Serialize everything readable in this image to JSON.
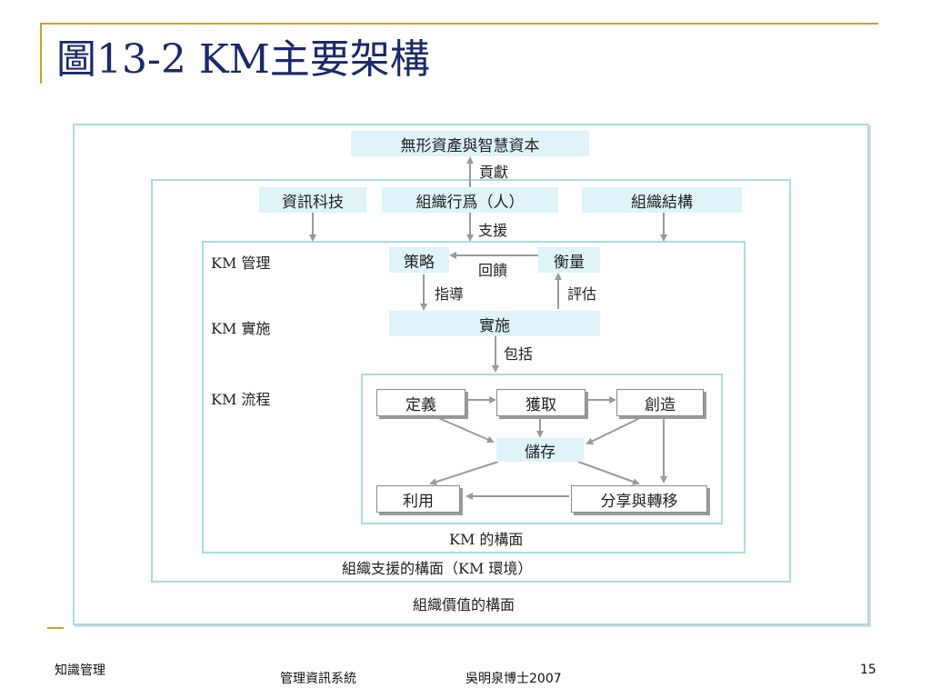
{
  "slide": {
    "title": "圖13-2 KM主要架構"
  },
  "diagram": {
    "top": {
      "asset_box": "無形資產與智慧資本",
      "contribute_label": "貢獻"
    },
    "inputs": {
      "it": "資訊科技",
      "behavior": "組織行爲（人）",
      "structure": "組織結構",
      "support_label": "支援"
    },
    "km_management": {
      "level_label": "KM 管理",
      "strategy": "策略",
      "measure": "衡量",
      "feedback_label": "回饋",
      "guide_label": "指導",
      "evaluate_label": "評估"
    },
    "km_implementation": {
      "level_label": "KM 實施",
      "implement": "實施",
      "include_label": "包括"
    },
    "km_process": {
      "level_label": "KM 流程",
      "define": "定義",
      "acquire": "獲取",
      "create": "創造",
      "store": "儲存",
      "use": "利用",
      "share": "分享與轉移"
    },
    "captions": {
      "km_face": "KM 的構面",
      "org_support_face": "組織支援的構面（KM 環境）",
      "org_value_face": "組織價值的構面"
    }
  },
  "footer": {
    "left": "知識管理",
    "course": "管理資訊系統",
    "author": "吳明泉博士2007",
    "page": "15"
  }
}
